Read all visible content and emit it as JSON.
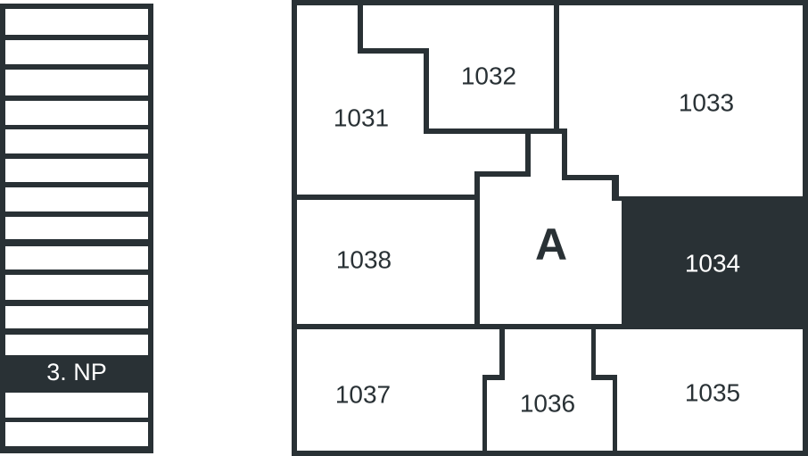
{
  "colors": {
    "dark": "#293135",
    "light": "#ffffff"
  },
  "floor_stack": {
    "current_floor_label": "3. NP",
    "floor_count": 15,
    "current_index": 12
  },
  "plan": {
    "core_label": "A",
    "selected_unit": "1034",
    "units": {
      "u1031": "1031",
      "u1032": "1032",
      "u1033": "1033",
      "u1034": "1034",
      "u1035": "1035",
      "u1036": "1036",
      "u1037": "1037",
      "u1038": "1038"
    }
  }
}
